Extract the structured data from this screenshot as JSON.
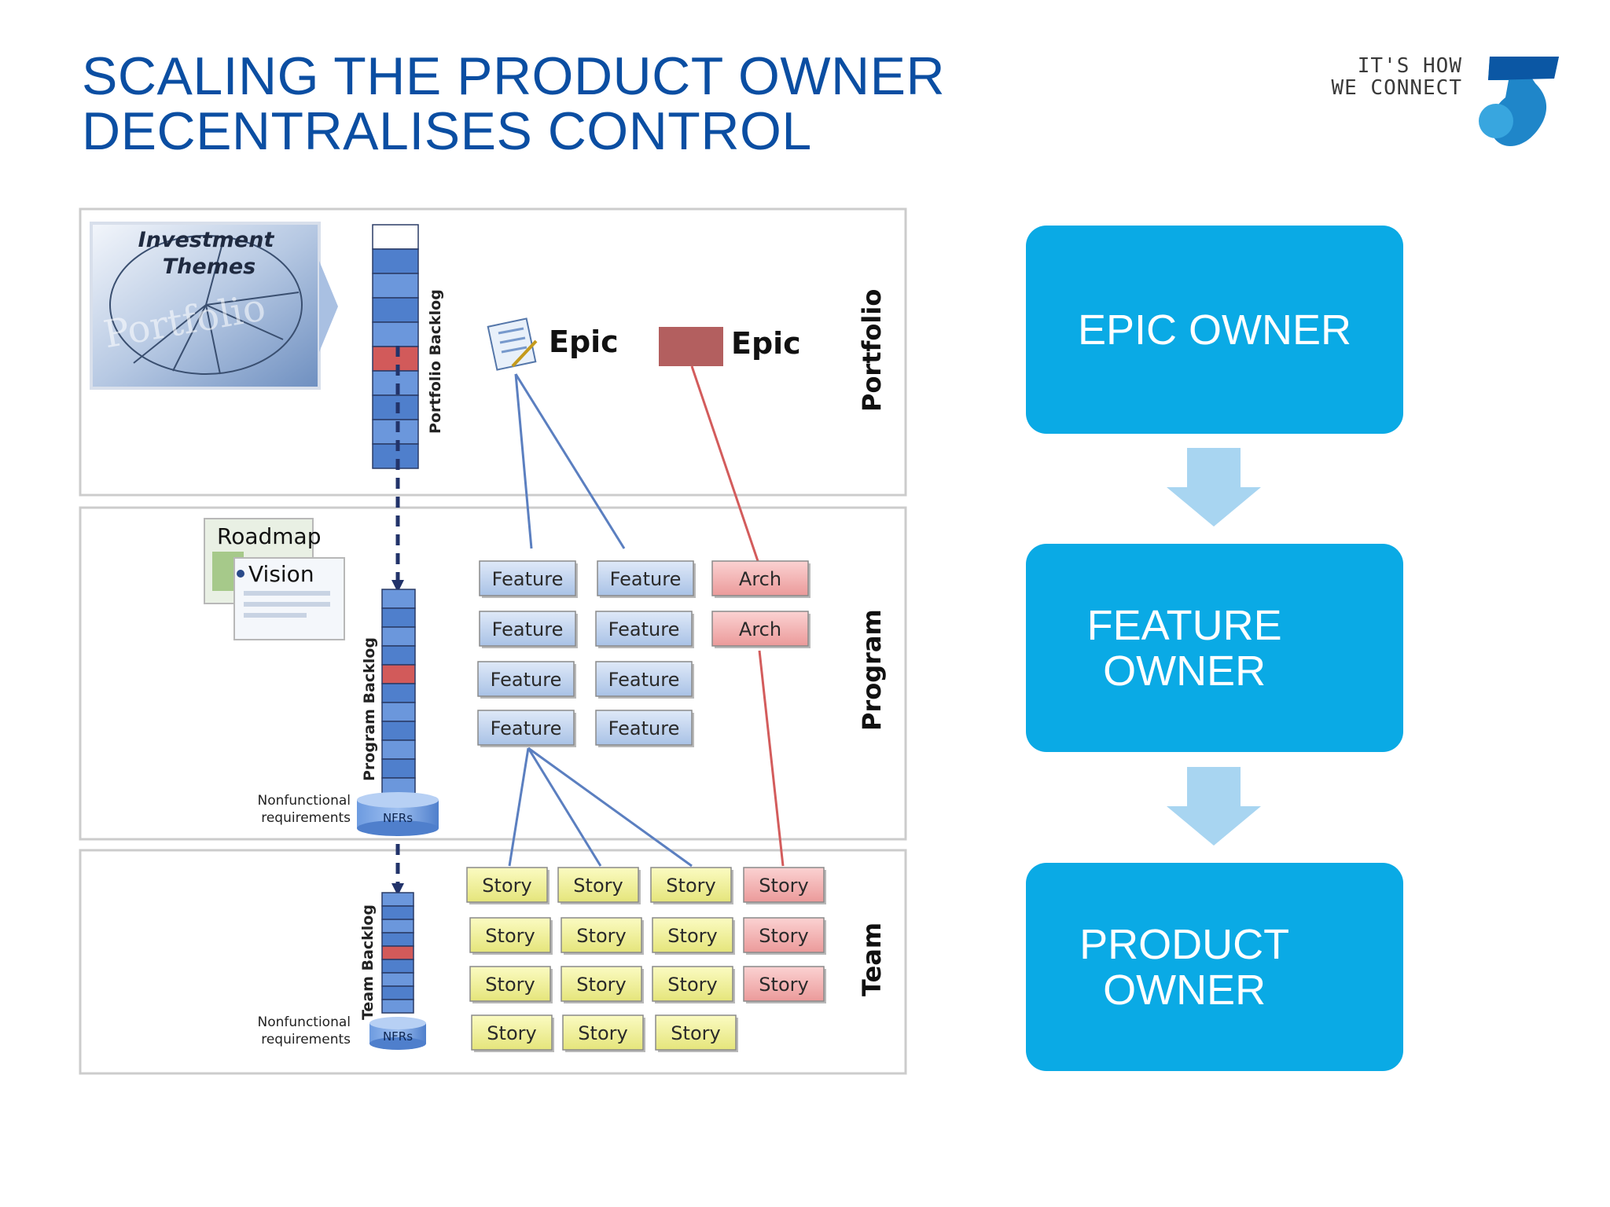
{
  "slide": {
    "title_line1": "SCALING THE PRODUCT OWNER",
    "title_line2": "DECENTRALISES CONTROL"
  },
  "logo": {
    "line1": "IT'S HOW",
    "line2": "WE CONNECT",
    "icon": "telstra-t-logo-icon"
  },
  "diagram": {
    "portfolio_label": "Portfolio",
    "program_label": "Program",
    "team_label": "Team",
    "investment_themes_line1": "Investment",
    "investment_themes_line2": "Themes",
    "portfolio_watermark": "Portfolio",
    "portfolio_backlog": "Portfolio Backlog",
    "program_backlog": "Program Backlog",
    "team_backlog": "Team Backlog",
    "roadmap": "Roadmap",
    "vision": "Vision",
    "epic_business": "Epic",
    "epic_arch": "Epic",
    "nfr_label_1": "Nonfunctional",
    "nfr_label_2": "requirements",
    "nfrs": "NFRs",
    "feature_label": "Feature",
    "arch_label": "Arch",
    "story_label": "Story",
    "colors": {
      "feature": "#c9daf3",
      "arch": "#f4b6b6",
      "story": "#f3f39a",
      "story_red": "#f4b6b6",
      "panel_border": "#c8c8c8"
    }
  },
  "owners": [
    {
      "label": "EPIC OWNER"
    },
    {
      "label_line1": "FEATURE",
      "label_line2": "OWNER"
    },
    {
      "label_line1": "PRODUCT",
      "label_line2": "OWNER"
    }
  ],
  "accent_color": "#0aaae5"
}
